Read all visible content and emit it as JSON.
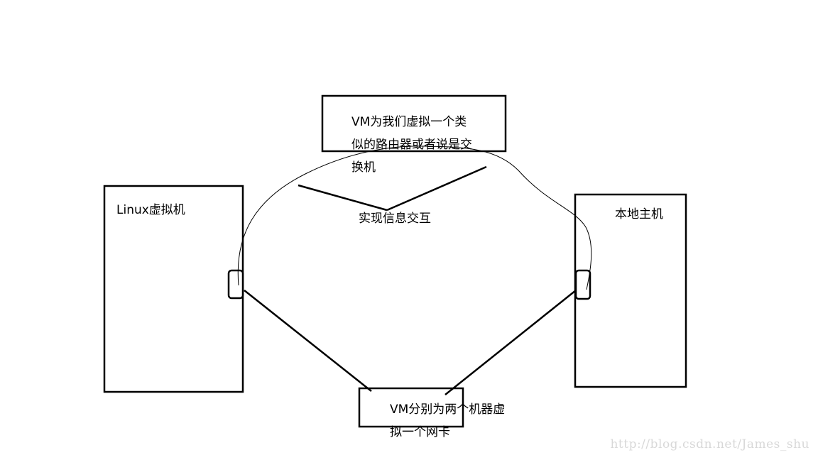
{
  "linux_vm": {
    "label": "Linux虚拟机"
  },
  "host": {
    "label": "本地主机"
  },
  "router": {
    "lines": [
      "VM为我们虚拟一个类",
      "似的路由器或者说是交",
      "换机"
    ]
  },
  "interaction": {
    "label": "实现信息交互"
  },
  "nic": {
    "lines": [
      "VM分别为两个机器虚",
      "拟一个网卡"
    ]
  },
  "watermark": "http://blog.csdn.net/James_shu"
}
